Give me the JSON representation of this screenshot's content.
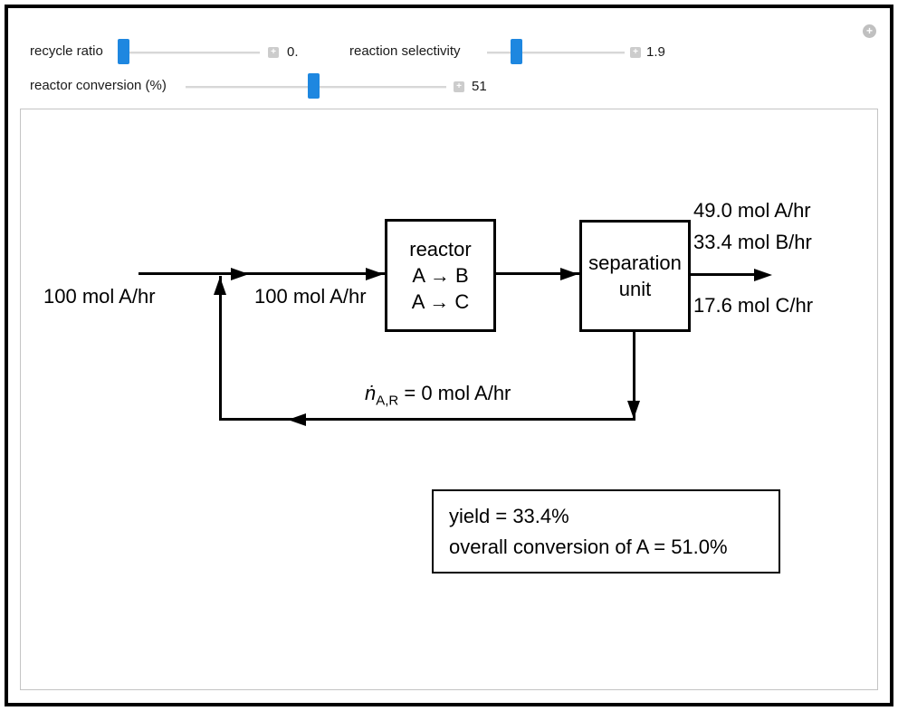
{
  "window": {
    "expand_icon": "+"
  },
  "controls": {
    "stepper_icon": "+",
    "sliders": [
      {
        "label": "recycle ratio",
        "value": "0.",
        "fraction": 0.0
      },
      {
        "label": "reaction selectivity",
        "value": "1.9",
        "fraction": 0.21
      },
      {
        "label": "reactor conversion (%)",
        "value": "51",
        "fraction": 0.47
      }
    ]
  },
  "diagram": {
    "feed_label": "100 mol A/hr",
    "mixed_label": "100 mol A/hr",
    "reactor": {
      "line1": "reactor",
      "line2": "A → B",
      "line3": "A → C"
    },
    "separator": {
      "line1": "separation",
      "line2": "unit"
    },
    "outputs": [
      "49.0 mol A/hr",
      "33.4 mol B/hr",
      "17.6 mol C/hr"
    ],
    "recycle": {
      "symbol": "ṅ",
      "subscript": "A,R",
      "rest": " = 0 mol A/hr"
    },
    "results": {
      "line1": "yield = 33.4%",
      "line2": "overall conversion of A = 51.0%"
    }
  },
  "colors": {
    "slider_thumb": "#1e87e0",
    "slider_track": "#d7d7d7",
    "line_color": "#000000",
    "panel_border": "#c4c4c4"
  }
}
